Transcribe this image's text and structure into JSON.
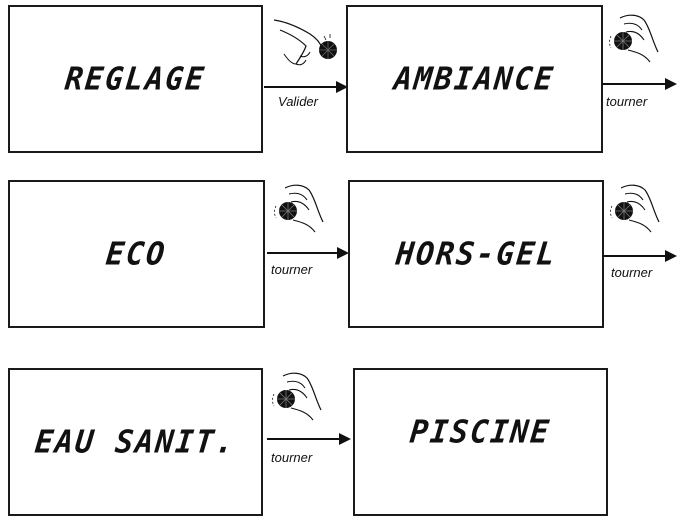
{
  "screens": [
    {
      "text": "REGLAGE"
    },
    {
      "text": "AMBIANCE"
    },
    {
      "text": "ECO"
    },
    {
      "text": "HORS-GEL"
    },
    {
      "text": "EAU SANIT."
    },
    {
      "text": "PISCINE"
    }
  ],
  "transitions": [
    {
      "label": "Valider",
      "icon": "press-knob-hand-icon"
    },
    {
      "label": "tourner",
      "icon": "turn-knob-hand-icon"
    },
    {
      "label": "tourner",
      "icon": "turn-knob-hand-icon"
    },
    {
      "label": "tourner",
      "icon": "turn-knob-hand-icon"
    },
    {
      "label": "tourner",
      "icon": "turn-knob-hand-icon"
    }
  ],
  "colors": {
    "ink": "#111111",
    "background": "#ffffff"
  }
}
